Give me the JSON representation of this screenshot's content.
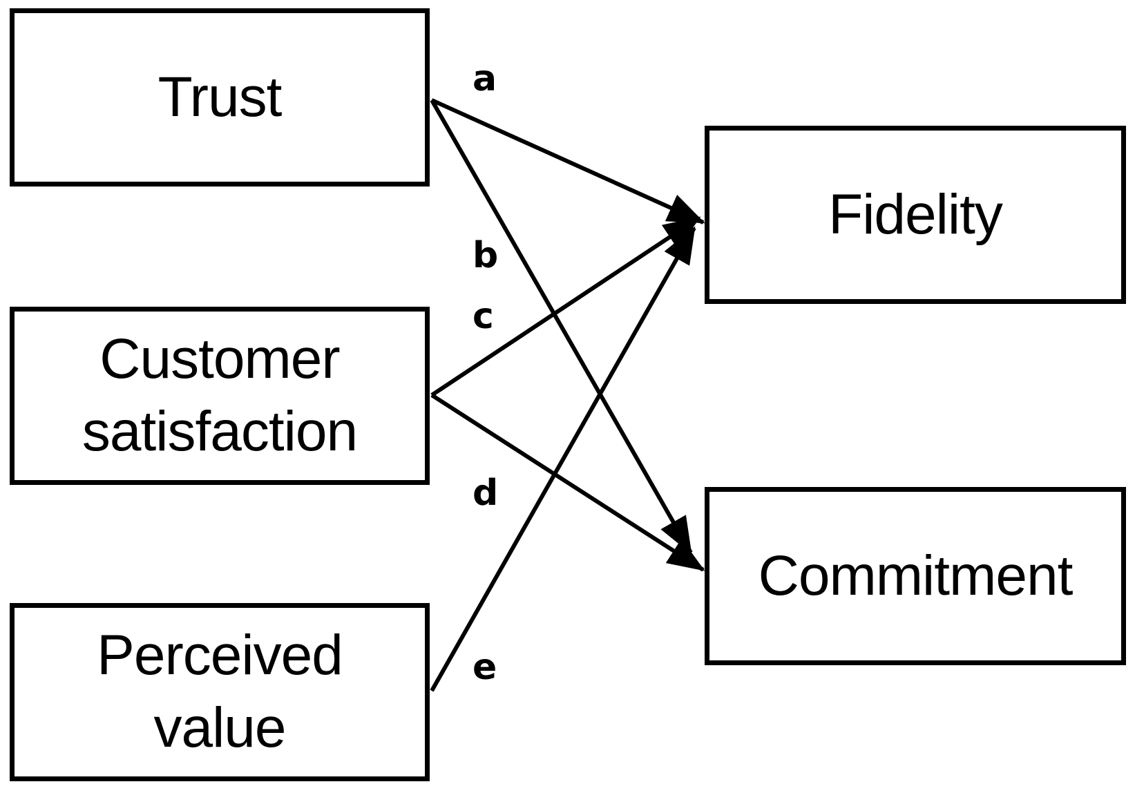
{
  "nodes": {
    "trust": "Trust",
    "customer_satisfaction": "Customer\nsatisfaction",
    "perceived_value": "Perceived\nvalue",
    "fidelity": "Fidelity",
    "commitment": "Commitment"
  },
  "paths": {
    "a": "a",
    "b": "b",
    "c": "c",
    "d": "d",
    "e": "e"
  },
  "edges": [
    {
      "label": "a",
      "from": "Trust",
      "to": "Fidelity"
    },
    {
      "label": "b",
      "from": "Trust",
      "to": "Commitment"
    },
    {
      "label": "c",
      "from": "Customer satisfaction",
      "to": "Fidelity"
    },
    {
      "label": "d",
      "from": "Customer satisfaction",
      "to": "Commitment"
    },
    {
      "label": "e",
      "from": "Perceived value",
      "to": "Fidelity"
    }
  ],
  "colors": {
    "stroke": "#000000",
    "background": "#ffffff"
  }
}
